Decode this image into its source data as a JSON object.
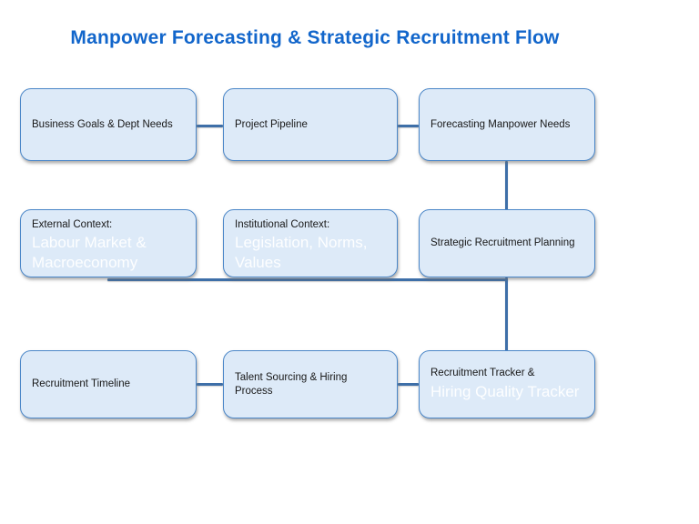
{
  "title": {
    "text": "Manpower Forecasting & Strategic Recruitment Flow",
    "color": "#1266cb"
  },
  "colors": {
    "node_fill": "#ddeaf8",
    "node_border": "#4a86c8",
    "connector": "#3e6fa8",
    "label_text": "#181818",
    "sub_text": "#fdfeff"
  },
  "nodes": [
    {
      "id": "business-goals",
      "label": "Business Goals & Dept Needs",
      "sub": ""
    },
    {
      "id": "project-pipeline",
      "label": "Project Pipeline",
      "sub": ""
    },
    {
      "id": "forecasting-needs",
      "label": "Forecasting Manpower Needs",
      "sub": ""
    },
    {
      "id": "external-context",
      "label": "External Context:",
      "sub": "Labour Market & Macroeconomy"
    },
    {
      "id": "institutional-context",
      "label": "Institutional Context:",
      "sub": "Legislation, Norms, Values"
    },
    {
      "id": "strategic-planning",
      "label": "Strategic Recruitment Planning",
      "sub": ""
    },
    {
      "id": "recruitment-timeline",
      "label": "Recruitment Timeline",
      "sub": ""
    },
    {
      "id": "talent-sourcing",
      "label": "Talent Sourcing & Hiring Process",
      "sub": ""
    },
    {
      "id": "recruitment-tracker",
      "label": "Recruitment Tracker &",
      "sub": "Hiring Quality Tracker"
    }
  ],
  "connections": [
    {
      "from": "business-goals",
      "to": "project-pipeline",
      "type": "horizontal"
    },
    {
      "from": "project-pipeline",
      "to": "forecasting-needs",
      "type": "horizontal"
    },
    {
      "from": "forecasting-needs",
      "to": "strategic-planning",
      "type": "vertical"
    },
    {
      "from": "external-context",
      "to": "recruitment-tracker",
      "type": "elbow"
    },
    {
      "from": "strategic-planning",
      "to": "recruitment-tracker",
      "type": "vertical"
    },
    {
      "from": "recruitment-timeline",
      "to": "talent-sourcing",
      "type": "horizontal"
    },
    {
      "from": "talent-sourcing",
      "to": "recruitment-tracker",
      "type": "horizontal"
    }
  ]
}
